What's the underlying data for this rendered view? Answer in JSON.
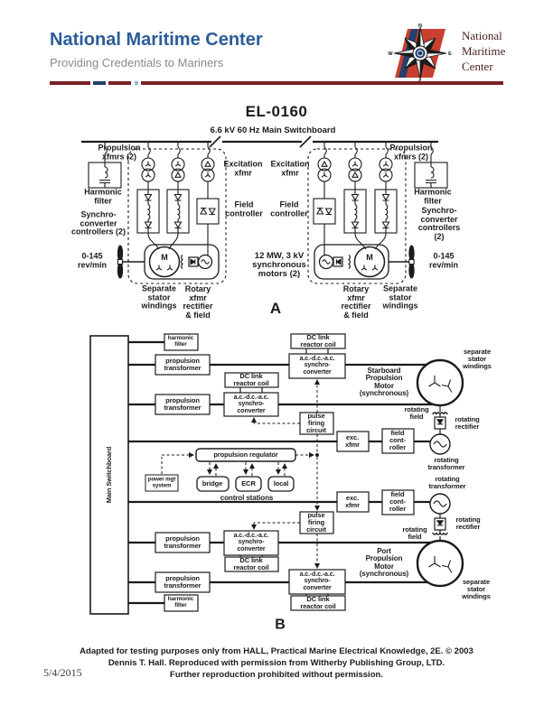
{
  "header": {
    "org_name": "National Maritime Center",
    "tagline": "Providing Credentials to Mariners",
    "logo_caption": "National\nMaritime\nCenter",
    "compass": {
      "n": "N",
      "e": "E",
      "s": "S",
      "w": "W"
    }
  },
  "page": {
    "exam_code": "EL-0160",
    "date": "5/4/2015"
  },
  "diagram_a": {
    "figure_label": "A",
    "switchboard_title": "6.6 kV 60 Hz Main Switchboard",
    "propulsion_xfmrs": "Propulsion\nxfmrs (2)",
    "harmonic_filter": "Harmonic\nfilter",
    "synchro_converter_controllers": "Synchro-\nconverter\ncontrollers (2)",
    "excitation_xfmr": "Excitation\nxfmr",
    "field_controller": "Field\ncontroller",
    "rev_range": "0-145\nrev/min",
    "separate_stator_windings": "Separate\nstator\nwindings",
    "rotary_xfmr_rectifier_field": "Rotary\nxfmr\nrectifier\n& field",
    "motors_rating": "12 MW, 3 kV\nsynchronous\nmotors (2)",
    "motor_letter": "M"
  },
  "diagram_b": {
    "figure_label": "B",
    "main_switchboard": "Main Switchboard",
    "harmonic_filter": "harmonic\nfilter",
    "propulsion_transformer": "propulsion\ntransformer",
    "dc_link_reactor_coil": "DC link\nreactor coil",
    "synchro_converter": "a.c.-d.c.-a.c.\nsynchro-\nconverter",
    "pulse_firing_circuit": "pulse\nfiring\ncircuit",
    "exc_xfmr": "exc.\nxfmr",
    "field_controller": "field\ncont-\nroller",
    "rotating_transformer": "rotating\ntransformer",
    "rotating_rectifier": "rotating\nrectifier",
    "rotating_field": "rotating\nfield",
    "propulsion_regulator": "propulsion regulator",
    "power_mgt_system": "power mgt\nsystem",
    "bridge": "bridge",
    "ecr": "ECR",
    "local": "local",
    "control_stations": "control stations",
    "starboard_motor": "Starboard\nPropulsion\nMotor\n(synchronous)",
    "port_motor": "Port\nPropulsion\nMotor\n(synchronous)",
    "separate_stator_windings": "separate\nstator\nwindings"
  },
  "footer": {
    "line1": "Adapted for testing purposes only from HALL, Practical Marine Electrical Knowledge, 2E. © 2003",
    "line2": "Dennis T. Hall. Reproduced with permission from Witherby Publishing Group, LTD.",
    "line3": "Further reproduction prohibited without permission."
  },
  "colors": {
    "brand_blue": "#2b5c9b",
    "tagline_gray": "#8a8a8a",
    "rule_maroon": "#7a2024",
    "logo_maroon": "#4a1e1e",
    "logo_red": "#c8402f",
    "logo_navy": "#253f6e",
    "ink": "#1b1b1b"
  }
}
